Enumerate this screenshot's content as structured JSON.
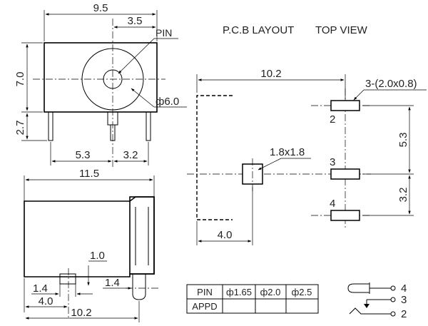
{
  "side_view": {
    "width_dim": "9.5",
    "pin_offset_dim": "3.5",
    "pin_label": "PIN",
    "height_dim": "7.0",
    "diameter_dim": "ф6.0",
    "pin_length_dim": "2.7",
    "pin_spacing_left_dim": "5.3",
    "pin_spacing_right_dim": "3.2"
  },
  "front_view": {
    "length_dim": "11.5",
    "pin_thickness_dim": "1.0",
    "pin_width_dim": "1.4",
    "pin_offset_dim": "4.0",
    "total_length_dim": "10.2",
    "right_pin_dim": "1.4"
  },
  "pcb_layout": {
    "title": "P.C.B LAYOUT",
    "view_label": "TOP VIEW",
    "width_dim": "10.2",
    "pad_size_label": "3-(2.0x0.8)",
    "square_pad_label": "1.8x1.8",
    "left_offset_dim": "4.0",
    "vertical_dim_1": "5.3",
    "vertical_dim_2": "3.2",
    "pad_numbers": [
      "2",
      "3",
      "4"
    ]
  },
  "spec_table": {
    "headers": [
      "PIN",
      "ф1.65",
      "ф2.0",
      "ф2.5"
    ],
    "rows": [
      [
        "APPD",
        "",
        "",
        ""
      ]
    ]
  },
  "schematic": {
    "pin_labels": [
      "4",
      "3",
      "2"
    ]
  }
}
